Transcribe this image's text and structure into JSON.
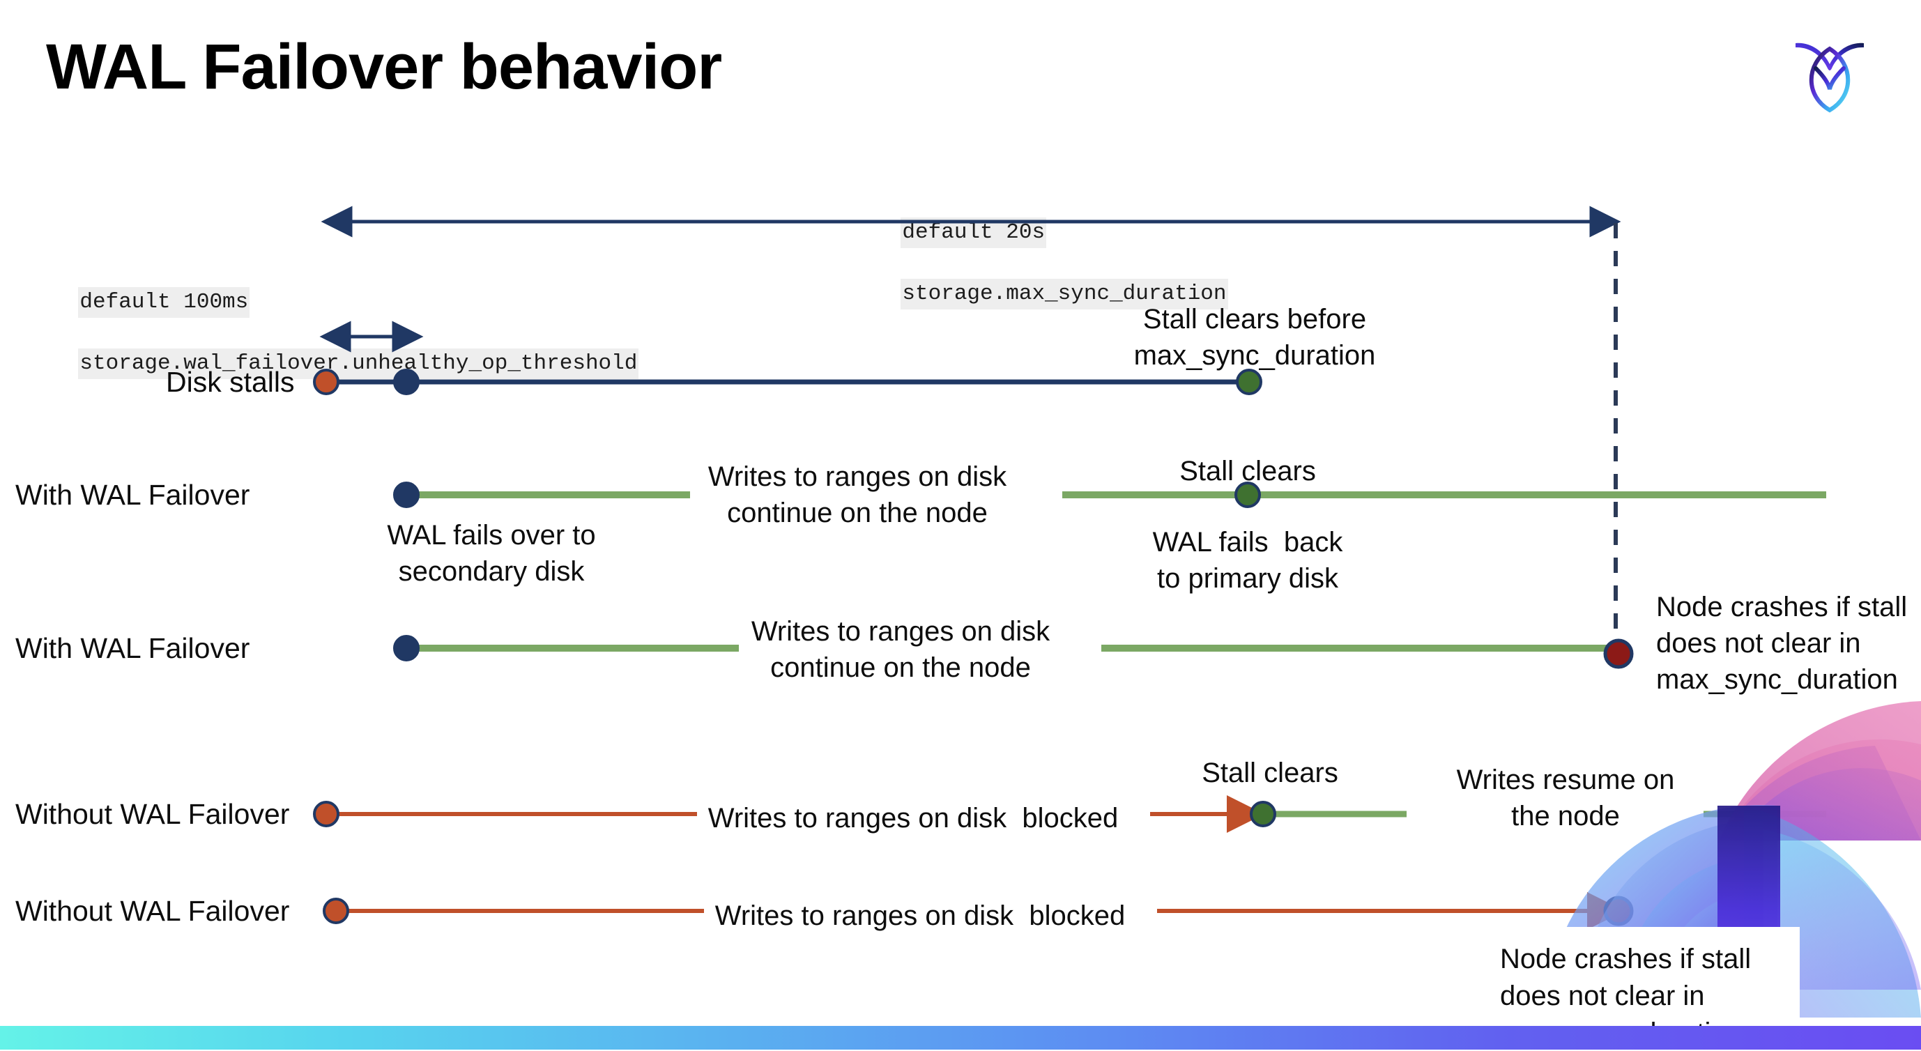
{
  "slide": {
    "title": "WAL Failover behavior",
    "logo_name": "cockroachdb-logo"
  },
  "colors": {
    "navy": "#203864",
    "green_line": "#7BA864",
    "green_dot": "#3F7130",
    "red_orange": "#C0502A",
    "dark_red": "#8C1A17",
    "code_bg": "#EEEEEE",
    "gradient_start": "#64F2E8",
    "gradient_end": "#6A4DF2"
  },
  "settings": {
    "max_sync": {
      "default_label": "default 20s",
      "setting_name": "storage.max_sync_duration"
    },
    "unhealthy_op": {
      "default_label": "default 100ms",
      "setting_name": "storage.wal_failover.unhealthy_op_threshold"
    }
  },
  "rows": [
    {
      "label": "Disk stalls",
      "notes": [
        "Stall clears before\nmax_sync_duration"
      ]
    },
    {
      "label": "With WAL Failover",
      "notes": [
        "Writes to ranges on disk\ncontinue on the node",
        "Stall clears",
        "WAL fails over to\nsecondary disk",
        "WAL fails  back\nto primary disk"
      ]
    },
    {
      "label": "With WAL Failover",
      "notes": [
        "Writes to ranges on disk\ncontinue on the node",
        "Node crashes if stall\ndoes not clear in\nmax_sync_duration"
      ]
    },
    {
      "label": "Without WAL Failover",
      "notes": [
        "Writes to ranges on disk  blocked",
        "Stall clears",
        "Writes resume on\nthe node"
      ]
    },
    {
      "label": "Without WAL Failover",
      "notes": [
        "Writes to ranges on disk  blocked",
        "Node crashes if stall\ndoes not clear in\nmax_sync_duration"
      ]
    }
  ],
  "annotations": {
    "stall_clears_before": "Stall clears before\nmax_sync_duration",
    "stall_clears_1": "Stall clears",
    "stall_clears_2": "Stall clears",
    "wal_fails_over": "WAL fails over to\nsecondary disk",
    "wal_fails_back": "WAL fails  back\nto primary disk",
    "writes_continue_1": "Writes to ranges on disk\ncontinue on the node",
    "writes_continue_2": "Writes to ranges on disk\ncontinue on the node",
    "writes_blocked_1": "Writes to ranges on disk  blocked",
    "writes_blocked_2": "Writes to ranges on disk  blocked",
    "writes_resume": "Writes resume on\nthe node",
    "node_crashes_1": "Node crashes if stall\ndoes not clear in\nmax_sync_duration",
    "node_crashes_2": "Node crashes if stall\ndoes not clear in\nmax_sync_duration"
  },
  "labels": {
    "disk_stalls": "Disk stalls",
    "with_wal_failover_1": "With WAL Failover",
    "with_wal_failover_2": "With WAL Failover",
    "without_wal_failover_1": "Without WAL Failover",
    "without_wal_failover_2": "Without WAL Failover"
  }
}
